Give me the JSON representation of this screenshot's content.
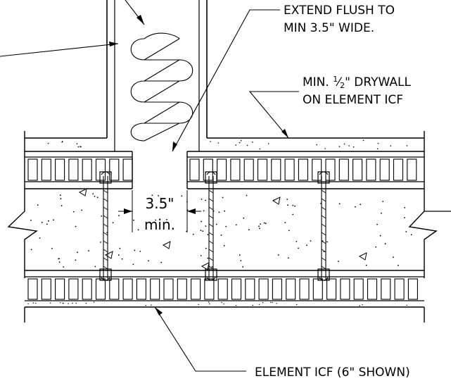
{
  "drawing": {
    "colors": {
      "line": "#000000",
      "background": "#ffffff"
    },
    "labels": {
      "extend_flush_line1": "EXTEND FLUSH TO",
      "extend_flush_line2": "MIN 3.5\" WIDE.",
      "drywall_line1_prefix": "MIN. ",
      "drywall_fraction_num": "1",
      "drywall_fraction_den": "2",
      "drywall_line1_suffix": "\" DRYWALL",
      "drywall_line2": "ON ELEMENT ICF",
      "dim_value": "3.5\"",
      "dim_qualifier": "min.",
      "element_icf": "ELEMENT ICF (6\" SHOWN)"
    }
  }
}
